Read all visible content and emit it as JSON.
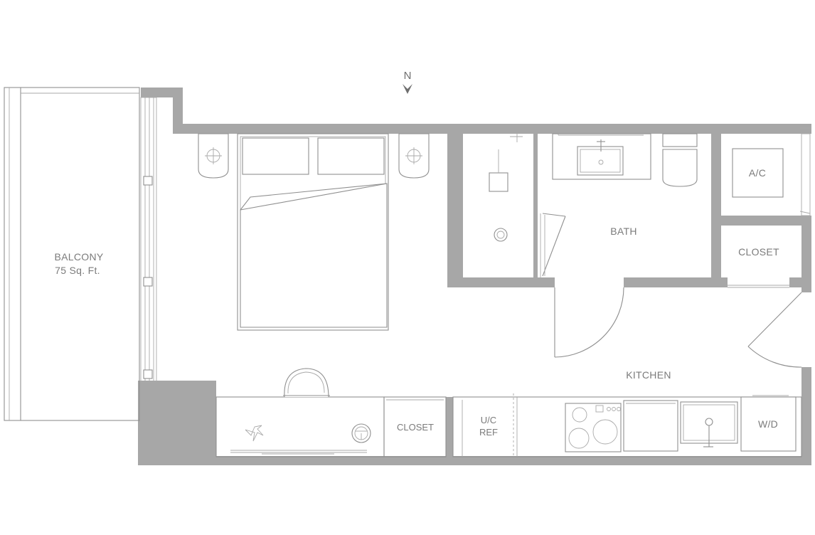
{
  "compass": {
    "label": "N"
  },
  "rooms": {
    "balcony": {
      "name": "BALCONY",
      "area": "75 Sq. Ft."
    },
    "bath": {
      "name": "BATH"
    },
    "ac": {
      "name": "A/C"
    },
    "entry_closet": {
      "name": "CLOSET"
    },
    "kitchen": {
      "name": "KITCHEN"
    },
    "desk_closet": {
      "name": "CLOSET"
    },
    "fridge": {
      "line1": "U/C",
      "line2": "REF"
    },
    "washer_dryer": {
      "name": "W/D"
    }
  },
  "colors": {
    "wall": "#a7a7a7",
    "line": "#8f8f8f",
    "text": "#7b7b7b"
  }
}
